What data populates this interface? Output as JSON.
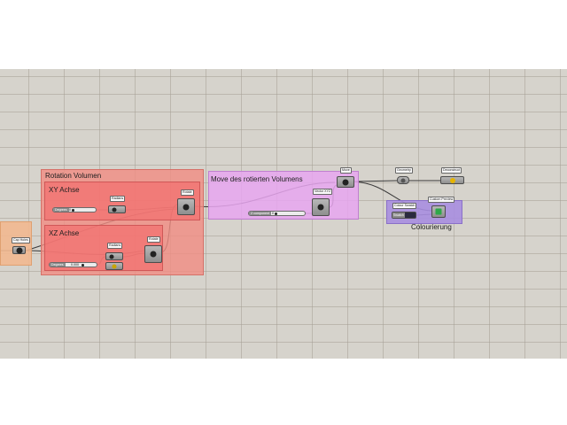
{
  "groups": {
    "rotation": {
      "title": "Rotation Volumen"
    },
    "xy": {
      "title": "XY Achse"
    },
    "xz": {
      "title": "XZ Achse"
    },
    "move": {
      "title": "Move des rotierten Volumens"
    },
    "colour": {
      "title": "Colourierung"
    }
  },
  "sliders": {
    "xy": {
      "tag": "Degrees",
      "value": "0"
    },
    "xz": {
      "tag": "Degrees",
      "value": "0.000"
    },
    "move": {
      "tag": "Z component",
      "value": "0"
    }
  },
  "labels": {
    "cap_holes": "Cap Holes",
    "radians_xy": "Radians",
    "rotate_xy": "Rotate",
    "radians_xz": "Radians",
    "rotate_xz": "Rotate",
    "vector_xyz": "Vector XYZ",
    "move": "Move",
    "geometry": "Geometry",
    "deconstruct": "Deconstruct",
    "custom_preview": "Custom Preview",
    "colour_swatch": "Colour Swatch",
    "swatch": "Swatch"
  },
  "colors": {
    "canvas_bg": "#d6d3cc",
    "rotation_group": "#f08a80",
    "move_group": "#e6a6ee",
    "colour_group": "#a88ee0",
    "cap_group": "#f2b890"
  }
}
